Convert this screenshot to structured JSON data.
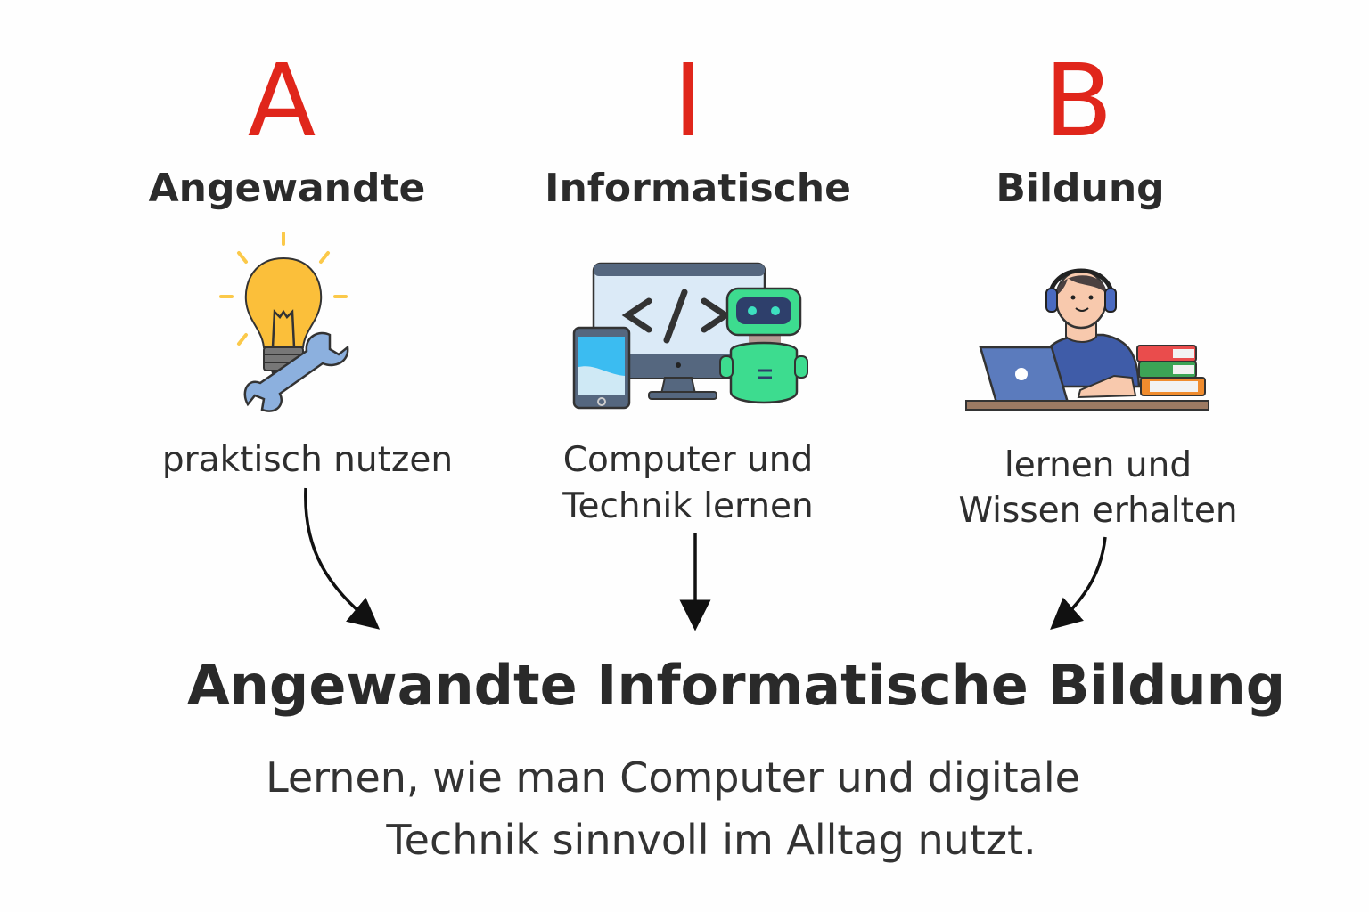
{
  "columns": [
    {
      "letter": "A",
      "word": "Angewandte",
      "caption_lines": [
        "praktisch nutzen"
      ],
      "icon": "lightbulb-wrench-icon"
    },
    {
      "letter": "I",
      "word": "Informatische",
      "caption_lines": [
        "Computer und",
        "Technik lernen"
      ],
      "icon": "computer-robot-icon"
    },
    {
      "letter": "B",
      "word": "Bildung",
      "caption_lines": [
        "lernen und",
        "Wissen erhalten"
      ],
      "icon": "student-laptop-icon"
    }
  ],
  "title": "Angewandte Informatische Bildung",
  "subtitle_lines": [
    "Lernen, wie man Computer und digitale",
    "Technik sinnvoll im Alltag nutzt."
  ],
  "colors": {
    "accent": "#e0261b",
    "text": "#2b2b2b"
  }
}
